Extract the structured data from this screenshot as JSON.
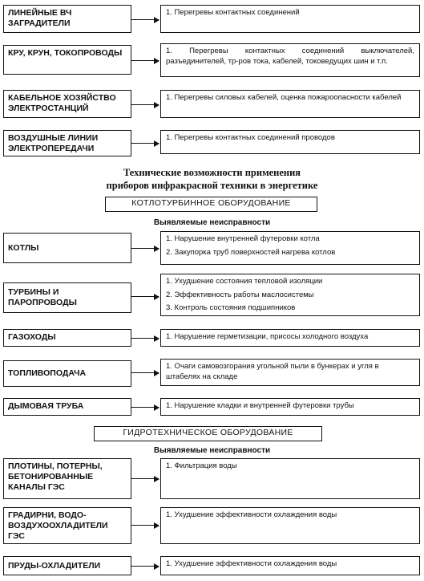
{
  "top_rows": [
    {
      "label": "ЛИНЕЙНЫЕ ВЧ ЗАГРАДИТЕЛИ",
      "items": [
        "1. Перегревы контактных соединений"
      ]
    },
    {
      "label": "КРУ, КРУН, ТОКОПРОВОДЫ",
      "items": [
        "1. Перегревы контактных соединений выключателей, разъединителей, тр-ров тока, кабелей, токоведущих шин и т.п."
      ]
    },
    {
      "label": "КАБЕЛЬНОЕ ХОЗЯЙСТВО ЭЛЕКТРОСТАНЦИЙ",
      "items": [
        "1. Перегревы силовых кабелей, оценка пожароопасности кабелей"
      ]
    },
    {
      "label": "ВОЗДУШНЫЕ ЛИНИИ ЭЛЕКТРОПЕРЕДАЧИ",
      "items": [
        "1. Перегревы контактных соединений проводов"
      ]
    }
  ],
  "title_line1": "Технические возможности применения",
  "title_line2": "приборов инфракрасной техники в энергетике",
  "boiler_section": {
    "title": "КОТЛОТУРБИННОЕ ОБОРУДОВАНИЕ",
    "subtitle": "Выявляемые неисправности",
    "rows": [
      {
        "label": "КОТЛЫ",
        "items": [
          "1. Нарушение внутренней футеровки котла",
          "2. Закупорка труб поверхностей нагрева котлов"
        ]
      },
      {
        "label": "ТУРБИНЫ И ПАРОПРОВОДЫ",
        "items": [
          "1. Ухудшение состояния тепловой изоляции",
          "2. Эффективность работы маслосистемы",
          "3. Контроль состояния подшипников"
        ]
      },
      {
        "label": "ГАЗОХОДЫ",
        "items": [
          "1. Нарушение герметизации, присосы холодного воздуха"
        ]
      },
      {
        "label": "ТОПЛИВОПОДАЧА",
        "items": [
          "1. Очаги самовозгорания угольной пыли в бункерах и угля в штабелях на складе"
        ]
      },
      {
        "label": "ДЫМОВАЯ ТРУБА",
        "items": [
          "1. Нарушение кладки и внутренней футеровки трубы"
        ]
      }
    ]
  },
  "hydro_section": {
    "title": "ГИДРОТЕХНИЧЕСКОЕ ОБОРУДОВАНИЕ",
    "subtitle": "Выявляемые неисправности",
    "rows": [
      {
        "label": "ПЛОТИНЫ, ПОТЕРНЫ, БЕТОНИРОВАННЫЕ КАНАЛЫ ГЭС",
        "items": [
          "1. Фильтрация воды"
        ]
      },
      {
        "label": "ГРАДИРНИ, ВОДО-ВОЗДУХООХЛАДИТЕЛИ ГЭС",
        "items": [
          "1. Ухудшение эффективности охлаждения воды"
        ]
      },
      {
        "label": "ПРУДЫ-ОХЛАДИТЕЛИ",
        "items": [
          "1. Ухудшение эффективности охлаждения воды"
        ]
      }
    ]
  }
}
